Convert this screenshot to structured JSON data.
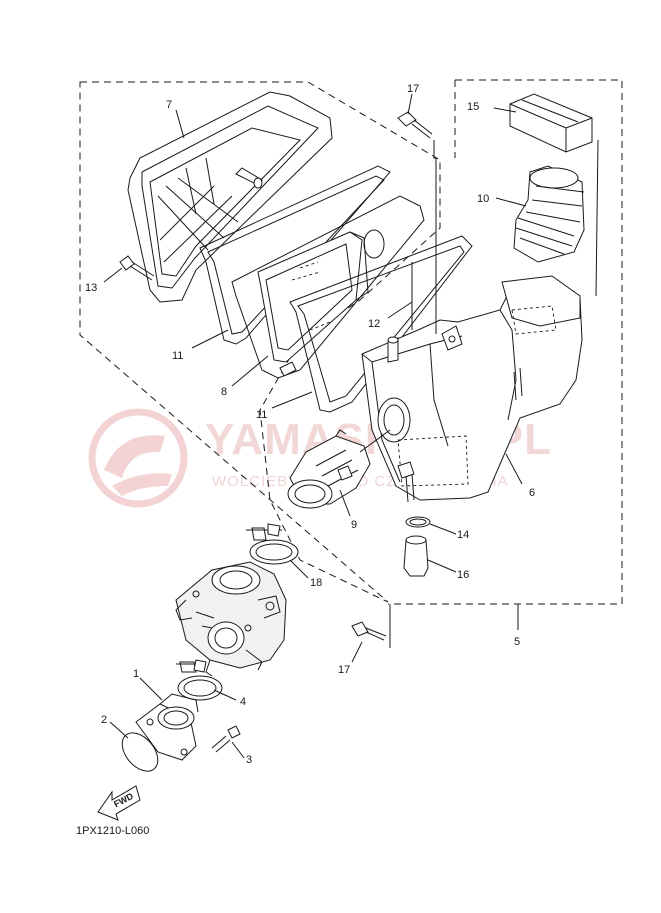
{
  "diagram": {
    "part_labels": [
      "1",
      "2",
      "3",
      "4",
      "5",
      "6",
      "7",
      "8",
      "9",
      "10",
      "11",
      "11",
      "12",
      "13",
      "14",
      "15",
      "16",
      "17",
      "17",
      "18"
    ],
    "drawing_code": "1PX1210-L060",
    "fwd_label": "FWD"
  },
  "watermark": {
    "brand": "YAMASKLEP.PL",
    "tagline": "WOLCIEBYŚ TYLKO CZĘŚCI YAMAHA"
  },
  "colors": {
    "line": "#1a1a1a",
    "watermark": "#e8b8b8"
  }
}
